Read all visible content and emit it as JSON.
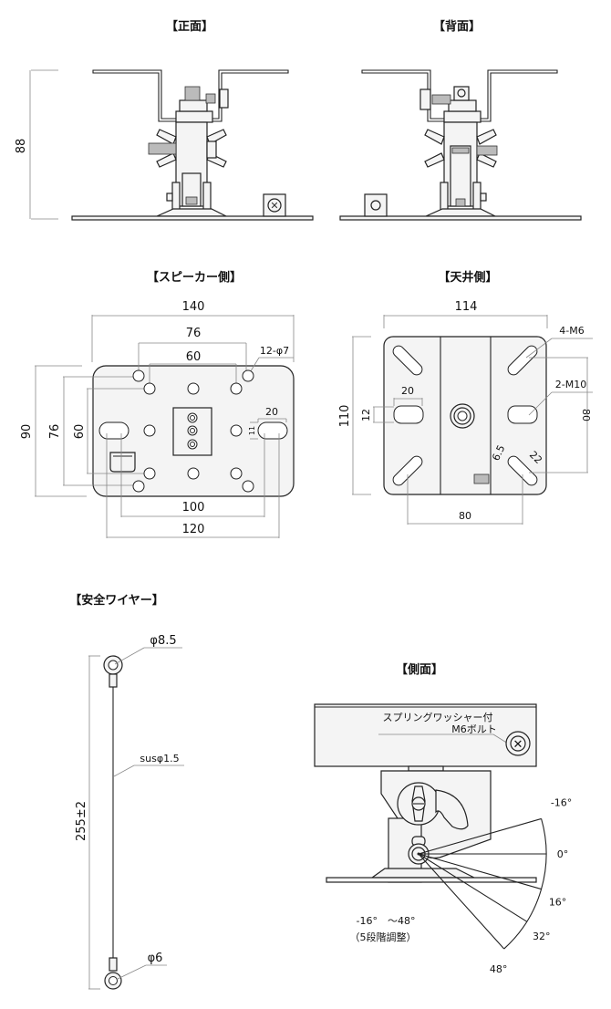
{
  "views": {
    "front": {
      "title": "【正面】",
      "height_dim": "88"
    },
    "back": {
      "title": "【背面】"
    },
    "speaker_side": {
      "title": "【スピーカー側】",
      "dims": {
        "width_overall": "140",
        "outer_hole_pitch_h": "76",
        "inner_hole_pitch_h": "60",
        "holes": "12-φ7",
        "height_overall": "90",
        "outer_hole_pitch_v": "76",
        "inner_hole_pitch_v": "60",
        "slot_length": "20",
        "slot_width": "11",
        "slot_pitch_inner": "100",
        "slot_pitch_outer": "120"
      }
    },
    "ceiling_side": {
      "title": "【天井側】",
      "dims": {
        "width_overall": "114",
        "height_overall": "110",
        "slot_length": "20",
        "slot_width": "12",
        "m6_label": "4-M6",
        "m10_label": "2-M10",
        "vertical_pitch": "80",
        "diag_slot_width": "6.5",
        "diag_slot_length": "22",
        "horizontal_pitch": "80"
      }
    },
    "safety_wire": {
      "title": "【安全ワイヤー】",
      "top_eye": "φ8.5",
      "wire": "susφ1.5",
      "bottom_eye": "φ6",
      "length": "255±2"
    },
    "side": {
      "title": "【側面】",
      "bolt_label_line1": "スプリングワッシャー付",
      "bolt_label_line2": "M6ボルト",
      "angles": [
        "-16°",
        "0°",
        "16°",
        "32°",
        "48°"
      ],
      "angle_values": [
        -16,
        0,
        16,
        32,
        48
      ],
      "range_label": "-16°　～48°",
      "steps_label": "（5段階調整）"
    }
  }
}
